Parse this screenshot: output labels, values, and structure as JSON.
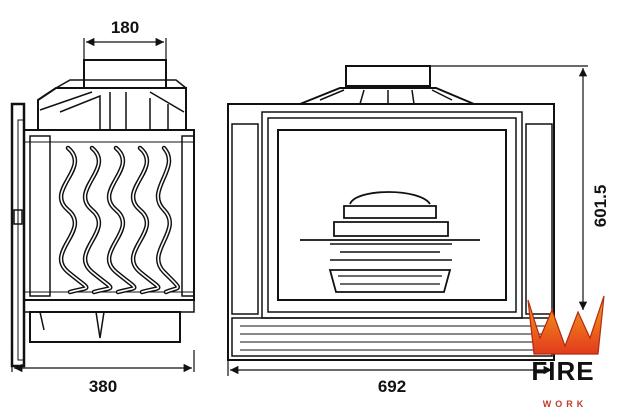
{
  "dimensions": {
    "top_width": "180",
    "side_depth": "380",
    "front_width": "692",
    "height": "601.5"
  },
  "logo": {
    "main": "FIRE",
    "sub": "WORK"
  },
  "colors": {
    "line": "#111111",
    "flame_outer": "#e23a1c",
    "flame_inner": "#f6a21a"
  }
}
